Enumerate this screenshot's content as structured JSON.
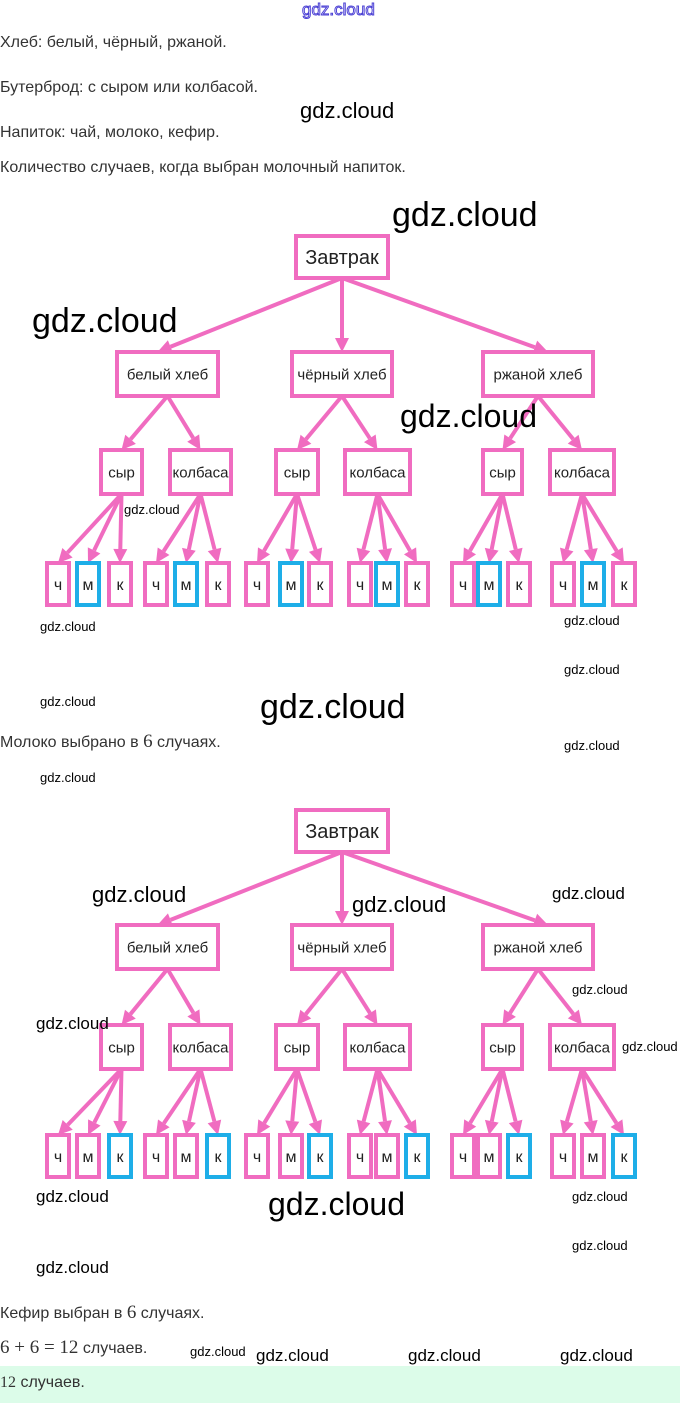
{
  "header_watermark": "gdz.cloud",
  "lines": {
    "bread": "Хлеб: белый, чёрный, ржаной.",
    "sandwich": "Бутерброд: с сыром или колбасой.",
    "drink": "Напиток: чай, молоко, кефир.",
    "question": "Количество случаев, когда выбран молочный напиток.",
    "milk_pre": "Молоко выбрано в ",
    "milk_num": "6",
    "milk_post": " случаях.",
    "kefir_pre": "Кефир выбран в ",
    "kefir_num": "6",
    "kefir_post": " случаях.",
    "sum_expr": "6 + 6 = 12",
    "sum_post": " случаев.",
    "answer_num": "12",
    "answer_post": " случаев."
  },
  "tree": {
    "root": "Завтрак",
    "breads": [
      "белый хлеб",
      "чёрный хлеб",
      "ржаной хлеб"
    ],
    "fillings": [
      "сыр",
      "колбаса"
    ],
    "drinks": [
      "ч",
      "м",
      "к"
    ]
  },
  "trees": [
    {
      "highlight_drink": "м"
    },
    {
      "highlight_drink": "к"
    }
  ],
  "colors": {
    "pink": "#f06cc0",
    "blue": "#1eaee8",
    "answer_bg": "#dcfce9"
  },
  "watermark": "gdz.cloud"
}
